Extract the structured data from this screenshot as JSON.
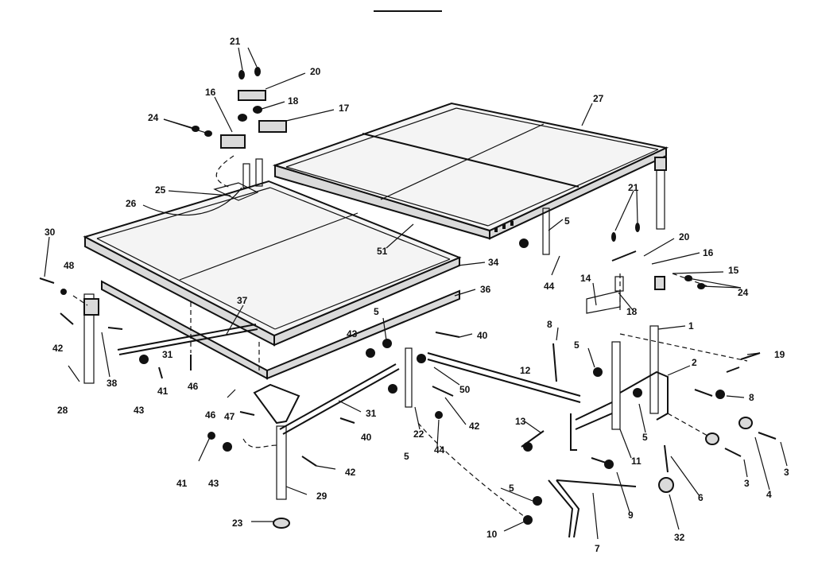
{
  "callouts": [
    {
      "id": "c21a",
      "text": "21"
    },
    {
      "id": "c20a",
      "text": "20"
    },
    {
      "id": "c16a",
      "text": "16"
    },
    {
      "id": "c18a",
      "text": "18"
    },
    {
      "id": "c24a",
      "text": "24"
    },
    {
      "id": "c17",
      "text": "17"
    },
    {
      "id": "c25",
      "text": "25"
    },
    {
      "id": "c26",
      "text": "26"
    },
    {
      "id": "c27",
      "text": "27"
    },
    {
      "id": "c51",
      "text": "51"
    },
    {
      "id": "c34",
      "text": "34"
    },
    {
      "id": "c30",
      "text": "30"
    },
    {
      "id": "c48",
      "text": "48"
    },
    {
      "id": "c37",
      "text": "37"
    },
    {
      "id": "c36",
      "text": "36"
    },
    {
      "id": "c42a",
      "text": "42"
    },
    {
      "id": "c28a",
      "text": "28"
    },
    {
      "id": "c38",
      "text": "38"
    },
    {
      "id": "c43a",
      "text": "43"
    },
    {
      "id": "c41a",
      "text": "41"
    },
    {
      "id": "c31a",
      "text": "31"
    },
    {
      "id": "c46a",
      "text": "46"
    },
    {
      "id": "c5a",
      "text": "5"
    },
    {
      "id": "c43b",
      "text": "43"
    },
    {
      "id": "c40a",
      "text": "40"
    },
    {
      "id": "c50",
      "text": "50"
    },
    {
      "id": "c31b",
      "text": "31"
    },
    {
      "id": "c46b",
      "text": "46"
    },
    {
      "id": "c47",
      "text": "47"
    },
    {
      "id": "c40b",
      "text": "40"
    },
    {
      "id": "c22",
      "text": "22"
    },
    {
      "id": "c42b",
      "text": "42"
    },
    {
      "id": "c41b",
      "text": "41"
    },
    {
      "id": "c43c",
      "text": "43"
    },
    {
      "id": "c42c",
      "text": "42"
    },
    {
      "id": "c29",
      "text": "29"
    },
    {
      "id": "c23",
      "text": "23"
    },
    {
      "id": "c5b",
      "text": "5"
    },
    {
      "id": "c44a",
      "text": "44"
    },
    {
      "id": "c5c",
      "text": "5"
    },
    {
      "id": "c44b",
      "text": "44"
    },
    {
      "id": "c21b",
      "text": "21"
    },
    {
      "id": "c20b",
      "text": "20"
    },
    {
      "id": "c16b",
      "text": "16"
    },
    {
      "id": "c15",
      "text": "15"
    },
    {
      "id": "c24b",
      "text": "24"
    },
    {
      "id": "c14",
      "text": "14"
    },
    {
      "id": "c18b",
      "text": "18"
    },
    {
      "id": "c8a",
      "text": "8"
    },
    {
      "id": "c5d",
      "text": "5"
    },
    {
      "id": "c1",
      "text": "1"
    },
    {
      "id": "c19",
      "text": "19"
    },
    {
      "id": "c12",
      "text": "12"
    },
    {
      "id": "c2",
      "text": "2"
    },
    {
      "id": "c8b",
      "text": "8"
    },
    {
      "id": "c13",
      "text": "13"
    },
    {
      "id": "c11",
      "text": "11"
    },
    {
      "id": "c5e",
      "text": "5"
    },
    {
      "id": "c3a",
      "text": "3"
    },
    {
      "id": "c3b",
      "text": "3"
    },
    {
      "id": "c4",
      "text": "4"
    },
    {
      "id": "c6",
      "text": "6"
    },
    {
      "id": "c5f",
      "text": "5"
    },
    {
      "id": "c9",
      "text": "9"
    },
    {
      "id": "c10",
      "text": "10"
    },
    {
      "id": "c7",
      "text": "7"
    },
    {
      "id": "c32",
      "text": "32"
    }
  ]
}
